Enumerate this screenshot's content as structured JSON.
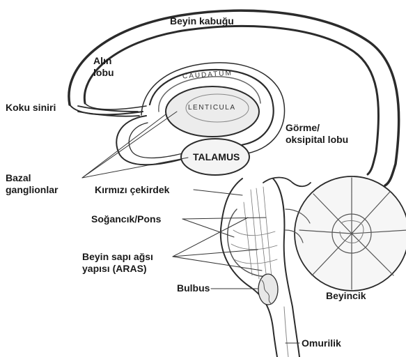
{
  "labels": {
    "cortex": "Beyin kabuğu",
    "frontal_line1": "Alın",
    "frontal_line2": "lobu",
    "olfactory": "Koku siniri",
    "basal_line1": "Bazal",
    "basal_line2": "ganglionlar",
    "occipital_line1": "Görme/",
    "occipital_line2": "oksipital lobu",
    "red_nucleus": "Kırmızı çekirdek",
    "pons": "Soğancık/Pons",
    "aras_line1": "Beyin sapı ağsı",
    "aras_line2": "yapısı (ARAS)",
    "bulbus": "Bulbus",
    "cerebellum": "Beyincik",
    "spinal_cord": "Omurilik"
  },
  "structures": {
    "caudatum": "CAUDATUM",
    "lenticula": "LENTICULA",
    "talamus": "TALAMUS"
  }
}
